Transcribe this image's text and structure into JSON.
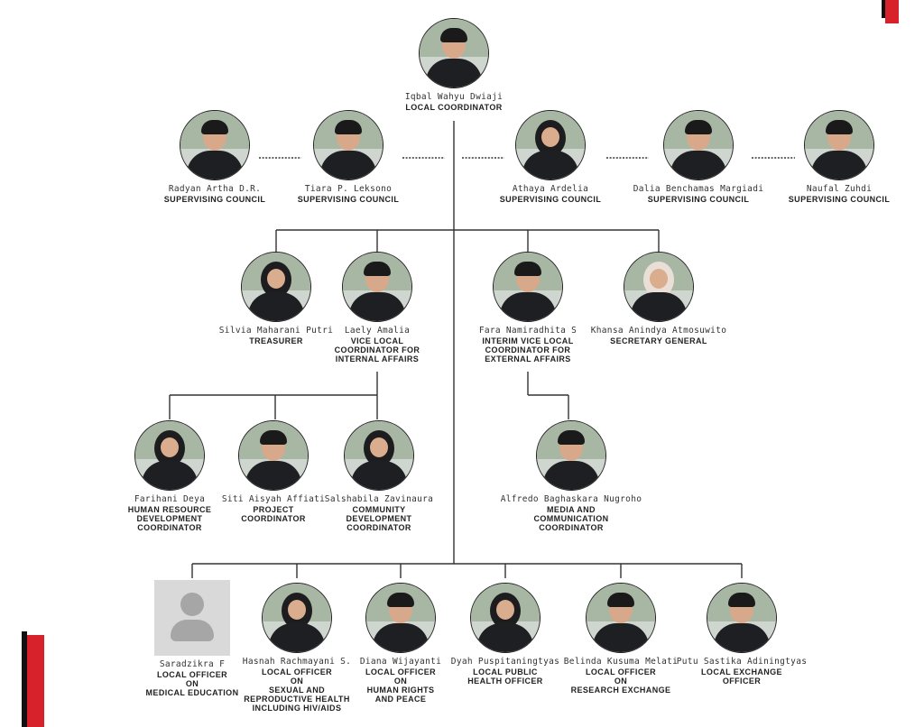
{
  "chart": {
    "nodes": {
      "iqbal": {
        "name": "Iqbal Wahyu Dwiaji",
        "role": [
          "LOCAL COORDINATOR"
        ]
      },
      "radyan": {
        "name": "Radyan Artha D.R.",
        "role": [
          "SUPERVISING COUNCIL"
        ]
      },
      "tiara": {
        "name": "Tiara P. Leksono",
        "role": [
          "SUPERVISING COUNCIL"
        ]
      },
      "athaya": {
        "name": "Athaya Ardelia",
        "role": [
          "SUPERVISING COUNCIL"
        ]
      },
      "dalia": {
        "name": "Dalia Benchamas Margiadi",
        "role": [
          "SUPERVISING COUNCIL"
        ]
      },
      "naufal": {
        "name": "Naufal Zuhdi",
        "role": [
          "SUPERVISING COUNCIL"
        ]
      },
      "silvia": {
        "name": "Silvia Maharani Putri",
        "role": [
          "TREASURER"
        ]
      },
      "laely": {
        "name": "Laely Amalia",
        "role": [
          "VICE LOCAL",
          "COORDINATOR FOR",
          "INTERNAL AFFAIRS"
        ]
      },
      "fara": {
        "name": "Fara Namiradhita S",
        "role": [
          "INTERIM VICE LOCAL",
          "COORDINATOR FOR",
          "EXTERNAL AFFAIRS"
        ]
      },
      "khansa": {
        "name": "Khansa Anindya Atmosuwito",
        "role": [
          "SECRETARY GENERAL"
        ]
      },
      "farihani": {
        "name": "Farihani Deya",
        "role": [
          "HUMAN RESOURCE",
          "DEVELOPMENT",
          "COORDINATOR"
        ]
      },
      "siti": {
        "name": "Siti Aisyah Affiati",
        "role": [
          "PROJECT",
          "COORDINATOR"
        ]
      },
      "salshabila": {
        "name": "Salshabila Zavinaura",
        "role": [
          "COMMUNITY",
          "DEVELOPMENT",
          "COORDINATOR"
        ]
      },
      "alfredo": {
        "name": "Alfredo Baghaskara Nugroho",
        "role": [
          "MEDIA AND",
          "COMMUNICATION",
          "COORDINATOR"
        ]
      },
      "saradzikra": {
        "name": "Saradzikra F",
        "role": [
          "LOCAL OFFICER",
          "ON",
          "MEDICAL EDUCATION"
        ]
      },
      "hasnah": {
        "name": "Hasnah Rachmayani S.",
        "role": [
          "LOCAL OFFICER",
          "ON",
          "SEXUAL AND",
          "REPRODUCTIVE HEALTH",
          "INCLUDING HIV/AIDS"
        ]
      },
      "diana": {
        "name": "Diana Wijayanti",
        "role": [
          "LOCAL OFFICER",
          "ON",
          "HUMAN RIGHTS",
          "AND PEACE"
        ]
      },
      "dyah": {
        "name": "Dyah Puspitaningtyas",
        "role": [
          "LOCAL PUBLIC",
          "HEALTH OFFICER"
        ]
      },
      "belinda": {
        "name": "Belinda Kusuma Melati",
        "role": [
          "LOCAL OFFICER",
          "ON",
          "RESEARCH EXCHANGE"
        ]
      },
      "putu": {
        "name": "Putu Sastika Adiningtyas",
        "role": [
          "LOCAL EXCHANGE",
          "OFFICER"
        ]
      }
    },
    "colors": {
      "accent": "#d7222b",
      "line": "#333333"
    }
  }
}
